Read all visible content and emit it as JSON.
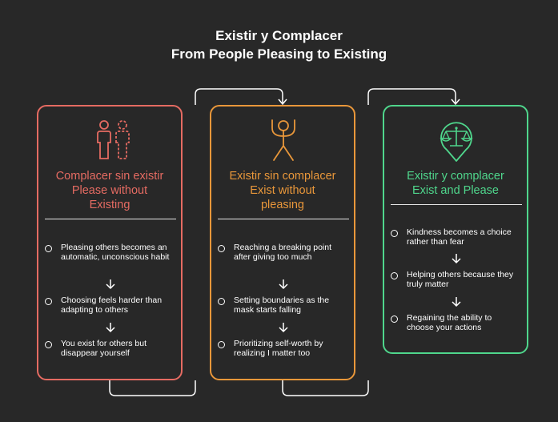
{
  "title": {
    "line1": "Existir y Complacer",
    "line2": "From  People Pleasing to Existing"
  },
  "colors": {
    "background": "#282828",
    "red": "#e56b62",
    "orange": "#e9973a",
    "green": "#4fd68c",
    "connector": "#ffffff"
  },
  "cards": [
    {
      "icon": "people-icon",
      "heading_lines": [
        "Complacer sin existir",
        "Please without",
        "Existing"
      ],
      "items": [
        "Pleasing others becomes an automatic, unconscious habit",
        "Choosing feels harder than adapting to others",
        "You exist for others but disappear yourself"
      ]
    },
    {
      "icon": "person-arms-up-icon",
      "heading_lines": [
        "Existir sin complacer",
        "Exist without",
        "pleasing"
      ],
      "items": [
        "Reaching a breaking point after giving too much",
        "Setting boundaries as the mask starts falling",
        "Prioritizing self-worth by realizing I matter too"
      ]
    },
    {
      "icon": "balance-scale-pin-icon",
      "heading_lines": [
        "Existir y complacer",
        "Exist and Please"
      ],
      "items": [
        "Kindness becomes a choice rather than fear",
        "Helping others because they truly matter",
        "Regaining the ability to choose your actions"
      ]
    }
  ]
}
